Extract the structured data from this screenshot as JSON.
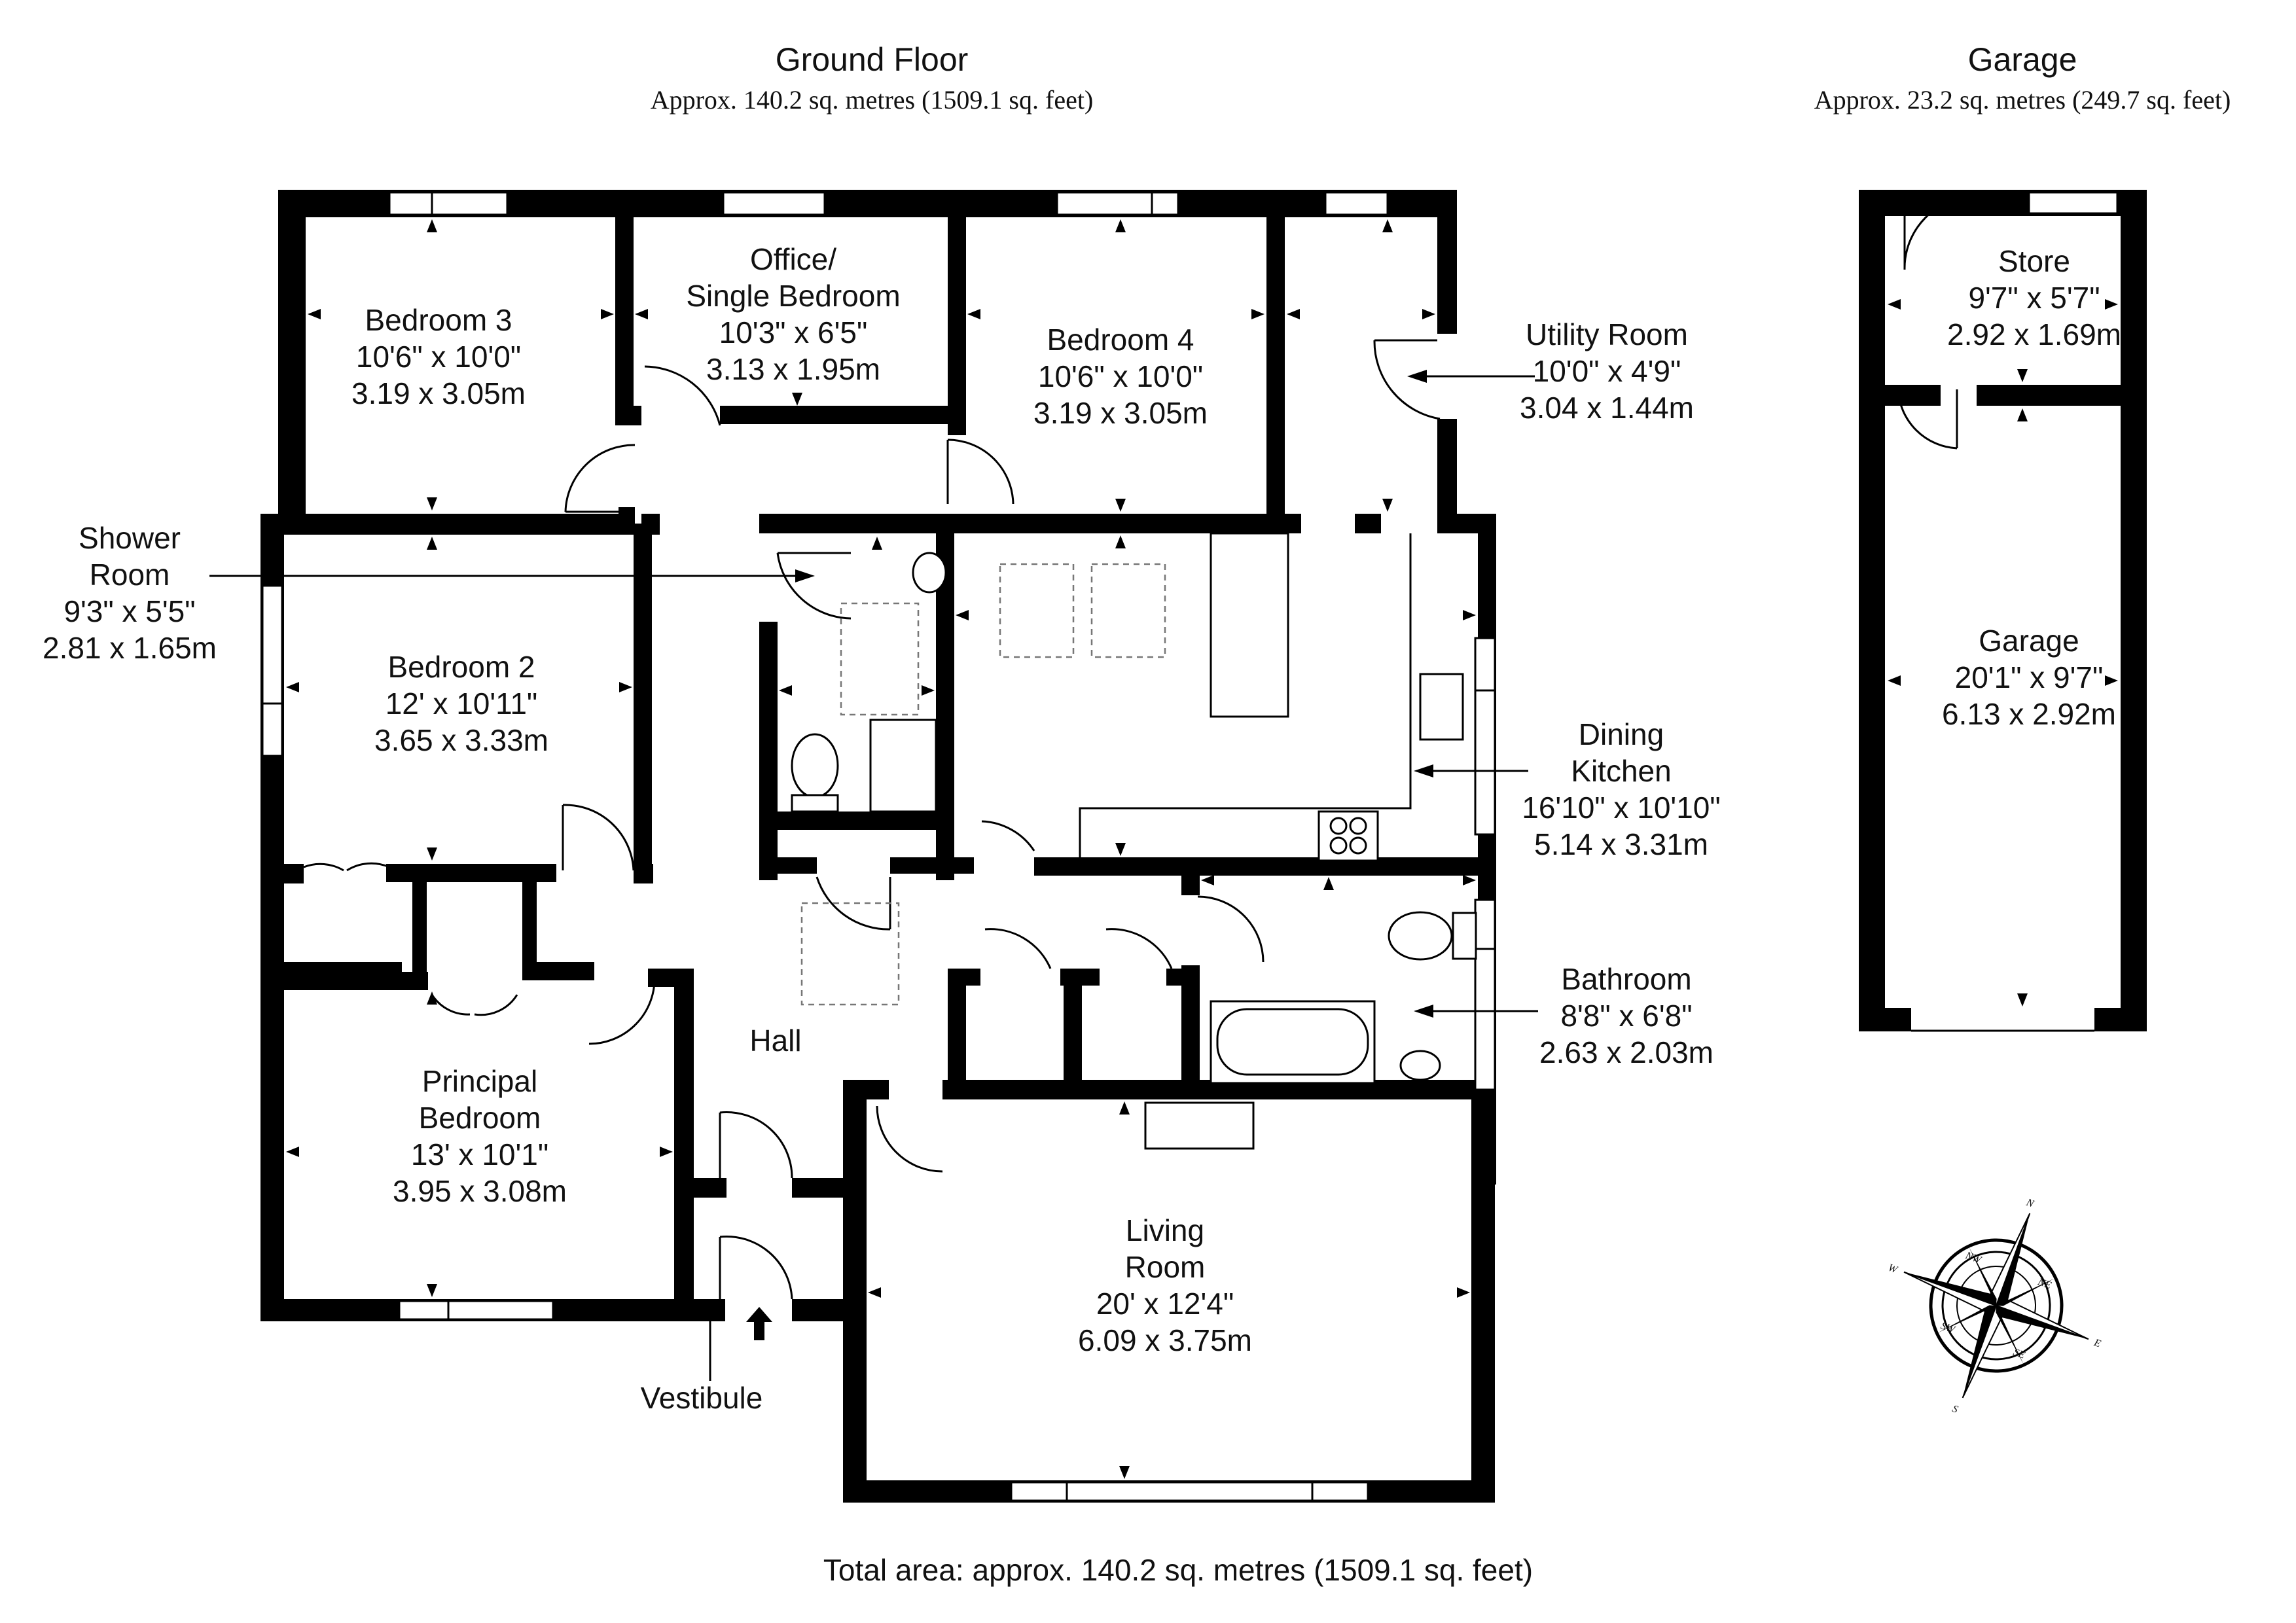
{
  "ground_floor": {
    "title": "Ground Floor",
    "area": "Approx. 140.2 sq. metres (1509.1 sq. feet)"
  },
  "garage_building": {
    "title": "Garage",
    "area": "Approx. 23.2 sq. metres (249.7 sq. feet)"
  },
  "total_area": "Total area: approx. 140.2 sq. metres (1509.1 sq. feet)",
  "rooms": {
    "bedroom3": [
      "Bedroom 3",
      "10'6\" x 10'0\"",
      "3.19 x 3.05m"
    ],
    "office": [
      "Office/",
      "Single Bedroom",
      "10'3\" x 6'5\"",
      "3.13 x 1.95m"
    ],
    "bedroom4": [
      "Bedroom 4",
      "10'6\" x 10'0\"",
      "3.19 x 3.05m"
    ],
    "utility": [
      "Utility Room",
      "10'0\" x 4'9\"",
      "3.04 x 1.44m"
    ],
    "shower": [
      "Shower",
      "Room",
      "9'3\" x 5'5\"",
      "2.81 x 1.65m"
    ],
    "bedroom2": [
      "Bedroom 2",
      "12' x 10'11\"",
      "3.65 x 3.33m"
    ],
    "kitchen": [
      "Dining",
      "Kitchen",
      "16'10\" x 10'10\"",
      "5.14 x 3.31m"
    ],
    "bathroom": [
      "Bathroom",
      "8'8\" x 6'8\"",
      "2.63 x 2.03m"
    ],
    "hall": [
      "Hall"
    ],
    "principal": [
      "Principal",
      "Bedroom",
      "13' x 10'1\"",
      "3.95 x 3.08m"
    ],
    "living": [
      "Living",
      "Room",
      "20' x 12'4\"",
      "6.09 x 3.75m"
    ],
    "vestibule": [
      "Vestibule"
    ],
    "store": [
      "Store",
      "9'7\" x 5'7\"",
      "2.92 x 1.69m"
    ],
    "garage": [
      "Garage",
      "20'1\" x 9'7\"",
      "6.13 x 2.92m"
    ]
  },
  "compass": {
    "letters": [
      "N",
      "S",
      "E",
      "W"
    ],
    "minor": [
      "NE",
      "NW",
      "SE",
      "SW"
    ]
  }
}
